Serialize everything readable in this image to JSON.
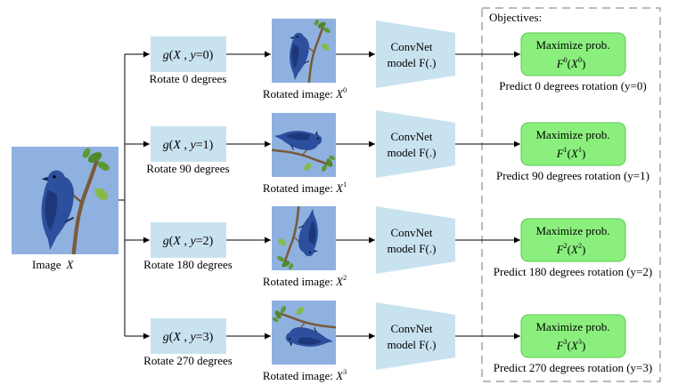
{
  "objectives_title": "Objectives:",
  "input_image_label": "Image",
  "input_image_var": "X",
  "colors": {
    "sky": "#8eb1e0",
    "bird": "#2c4f9e",
    "bird_dark": "#14244a",
    "branch": "#7a5a3a",
    "leaf": "#4f8a2a",
    "func_box": "#c9e2f0",
    "convnet": "#c9e2f0",
    "objective": "#8bef7e",
    "objective_stroke": "#5cc84e",
    "line": "#000000",
    "dash": "#777777"
  },
  "rows": [
    {
      "func": {
        "g": "g",
        "open": "(",
        "var": "X",
        "sep": " , ",
        "y": "y",
        "eq": "=",
        "val": "0",
        "close": ")"
      },
      "rotate_label": "Rotate 0 degrees",
      "rotated_prefix": "Rotated image: ",
      "rotated_var": "X",
      "rotated_sup": "0",
      "convnet_line1": "ConvNet",
      "convnet_line2": "model F(.)",
      "obj_line1": "Maximize prob.",
      "obj_F": "F",
      "obj_F_sup": "0",
      "obj_X": "X",
      "obj_X_sup": "0",
      "predict_label": "Predict 0 degrees rotation (y=0)",
      "rotation": 0
    },
    {
      "func": {
        "g": "g",
        "open": "(",
        "var": "X",
        "sep": " , ",
        "y": "y",
        "eq": "=",
        "val": "1",
        "close": ")"
      },
      "rotate_label": "Rotate 90 degrees",
      "rotated_prefix": "Rotated image: ",
      "rotated_var": "X",
      "rotated_sup": "1",
      "convnet_line1": "ConvNet",
      "convnet_line2": "model F(.)",
      "obj_line1": "Maximize prob.",
      "obj_F": "F",
      "obj_F_sup": "1",
      "obj_X": "X",
      "obj_X_sup": "1",
      "predict_label": "Predict 90 degrees rotation (y=1)",
      "rotation": 90
    },
    {
      "func": {
        "g": "g",
        "open": "(",
        "var": "X",
        "sep": " , ",
        "y": "y",
        "eq": "=",
        "val": "2",
        "close": ")"
      },
      "rotate_label": "Rotate 180 degrees",
      "rotated_prefix": "Rotated image: ",
      "rotated_var": "X",
      "rotated_sup": "2",
      "convnet_line1": "ConvNet",
      "convnet_line2": "model F(.)",
      "obj_line1": "Maximize prob.",
      "obj_F": "F",
      "obj_F_sup": "2",
      "obj_X": "X",
      "obj_X_sup": "2",
      "predict_label": "Predict 180 degrees rotation (y=2)",
      "rotation": 180
    },
    {
      "func": {
        "g": "g",
        "open": "(",
        "var": "X",
        "sep": " , ",
        "y": "y",
        "eq": "=",
        "val": "3",
        "close": ")"
      },
      "rotate_label": "Rotate 270 degrees",
      "rotated_prefix": "Rotated image: ",
      "rotated_var": "X",
      "rotated_sup": "3",
      "convnet_line1": "ConvNet",
      "convnet_line2": "model F(.)",
      "obj_line1": "Maximize prob.",
      "obj_F": "F",
      "obj_F_sup": "3",
      "obj_X": "X",
      "obj_X_sup": "3",
      "predict_label": "Predict 270 degrees rotation (y=3)",
      "rotation": 270
    }
  ]
}
